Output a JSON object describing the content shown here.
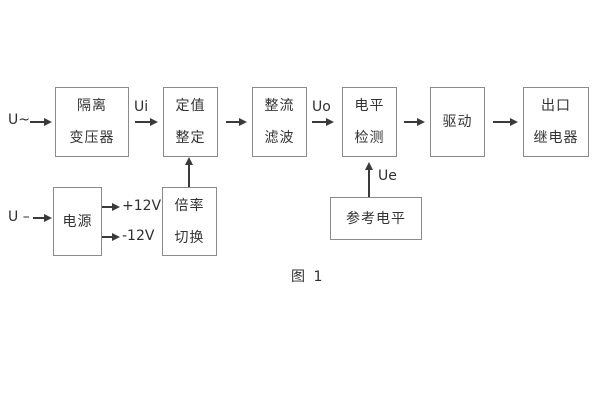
{
  "diagram": {
    "caption": "图 1",
    "inputs": {
      "ac": "U~",
      "dc": "U –"
    },
    "signals": {
      "ui": "Ui",
      "uo": "Uo",
      "ue": "Ue",
      "plus12": "+12V",
      "minus12": "-12V"
    },
    "blocks": {
      "isolation_transformer": {
        "line1": "隔离",
        "line2": "变压器"
      },
      "setpoint_adjust": {
        "line1": "定值",
        "line2": "整定"
      },
      "rectifier_filter": {
        "line1": "整流",
        "line2": "滤波"
      },
      "level_detect": {
        "line1": "电平",
        "line2": "检测"
      },
      "driver": {
        "line1": "驱动"
      },
      "output_relay": {
        "line1": "出口",
        "line2": "继电器"
      },
      "power_supply": {
        "line1": "电源"
      },
      "ratio_switch": {
        "line1": "倍率",
        "line2": "切换"
      },
      "reference_level": {
        "line1": "参考电平"
      }
    },
    "colors": {
      "background": "#ffffff",
      "box_border": "#8a8a8a",
      "text": "#333333",
      "arrow": "#3a3a3a"
    }
  }
}
